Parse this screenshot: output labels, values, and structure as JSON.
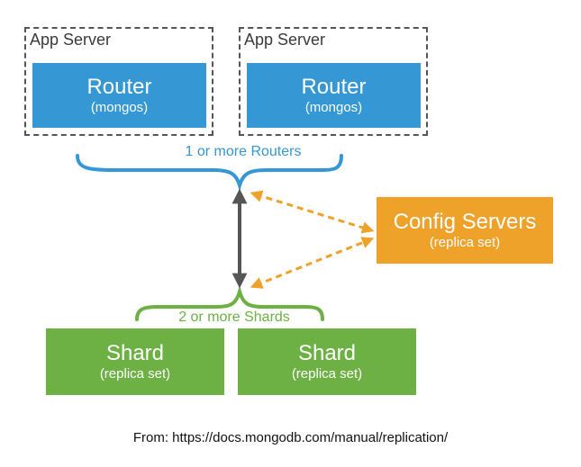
{
  "app_servers": [
    {
      "label": "App Server",
      "router": {
        "title": "Router",
        "subtitle": "(mongos)"
      }
    },
    {
      "label": "App Server",
      "router": {
        "title": "Router",
        "subtitle": "(mongos)"
      }
    }
  ],
  "routers_caption": "1 or more Routers",
  "config": {
    "title": "Config Servers",
    "subtitle": "(replica set)"
  },
  "shards_caption": "2 or more Shards",
  "shards": [
    {
      "title": "Shard",
      "subtitle": "(replica set)"
    },
    {
      "title": "Shard",
      "subtitle": "(replica set)"
    }
  ],
  "footer": "From: https://docs.mongodb.com/manual/replication/",
  "colors": {
    "router": "#3597d3",
    "config": "#eea22a",
    "shard": "#6db043",
    "arrow": "#555555"
  }
}
